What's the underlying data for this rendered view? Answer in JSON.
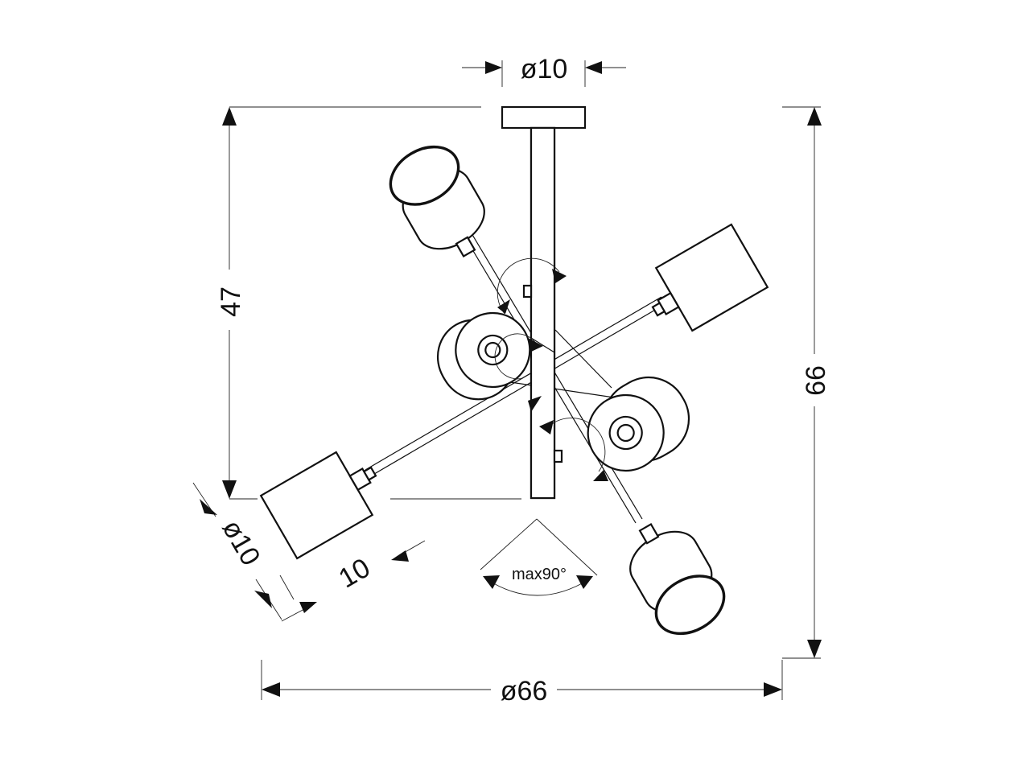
{
  "dimensions": {
    "canopy_diameter": "ø10",
    "height_to_arms": "47",
    "total_height": "66",
    "total_diameter": "ø66",
    "shade_diameter": "ø10",
    "shade_length": "10",
    "arm_angle": "max90°"
  }
}
